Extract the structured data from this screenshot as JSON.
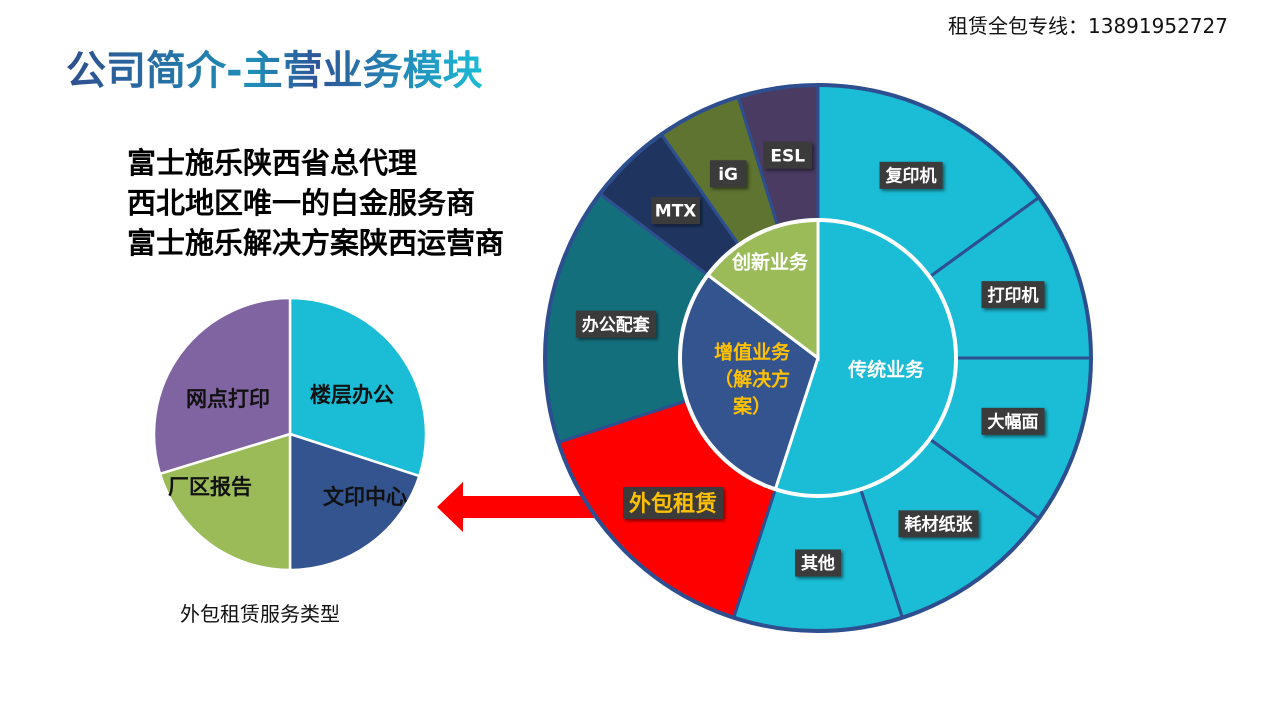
{
  "header": {
    "hotline": "租赁全包专线：13891952727",
    "title": "公司简介-主营业务模块"
  },
  "intro_lines": [
    "富士施乐陕西省总代理",
    "西北地区唯一的白金服务商",
    "富士施乐解决方案陕西运营商"
  ],
  "caption": "外包租赁服务类型",
  "colors": {
    "cyan": "#1ABCD6",
    "highlight_red": "#FF0000",
    "label_yellow": "#FFC000"
  },
  "chart_data": [
    {
      "type": "pie",
      "title": "主营业务模块",
      "inner": {
        "categories": [
          "传统业务",
          "增值业务（解决方案）",
          "创新业务"
        ],
        "values": [
          198,
          109,
          53
        ],
        "colors": [
          "#1ABCD6",
          "#34548F",
          "#9BBB59"
        ],
        "label_colors": [
          "#FFFFFF",
          "#FFC000",
          "#FFFFFF"
        ]
      },
      "outer": {
        "categories": [
          "复印机",
          "打印机",
          "大幅面",
          "耗材纸张",
          "其他",
          "外包租赁",
          "办公配套",
          "MTX",
          "iG",
          "ESL"
        ],
        "values": [
          54,
          36,
          36,
          36,
          36,
          54,
          55,
          18,
          18,
          17
        ],
        "colors": [
          "#1ABCD6",
          "#1ABCD6",
          "#1ABCD6",
          "#1ABCD6",
          "#1ABCD6",
          "#FF0000",
          "#136F7C",
          "#1F3560",
          "#5E7430",
          "#4A3B62"
        ],
        "label_colors": [
          "#FFFFFF",
          "#FFFFFF",
          "#FFFFFF",
          "#FFFFFF",
          "#FFFFFF",
          "#FFC000",
          "#FFFFFF",
          "#FFFFFF",
          "#FFFFFF",
          "#FFFFFF"
        ]
      }
    },
    {
      "type": "pie",
      "title": "外包租赁服务类型",
      "categories": [
        "楼层办公",
        "文印中心",
        "厂区报告",
        "网点打印"
      ],
      "values": [
        108,
        72,
        73,
        107
      ],
      "colors": [
        "#1ABCD6",
        "#34548F",
        "#9BBB59",
        "#8064A2"
      ]
    }
  ]
}
